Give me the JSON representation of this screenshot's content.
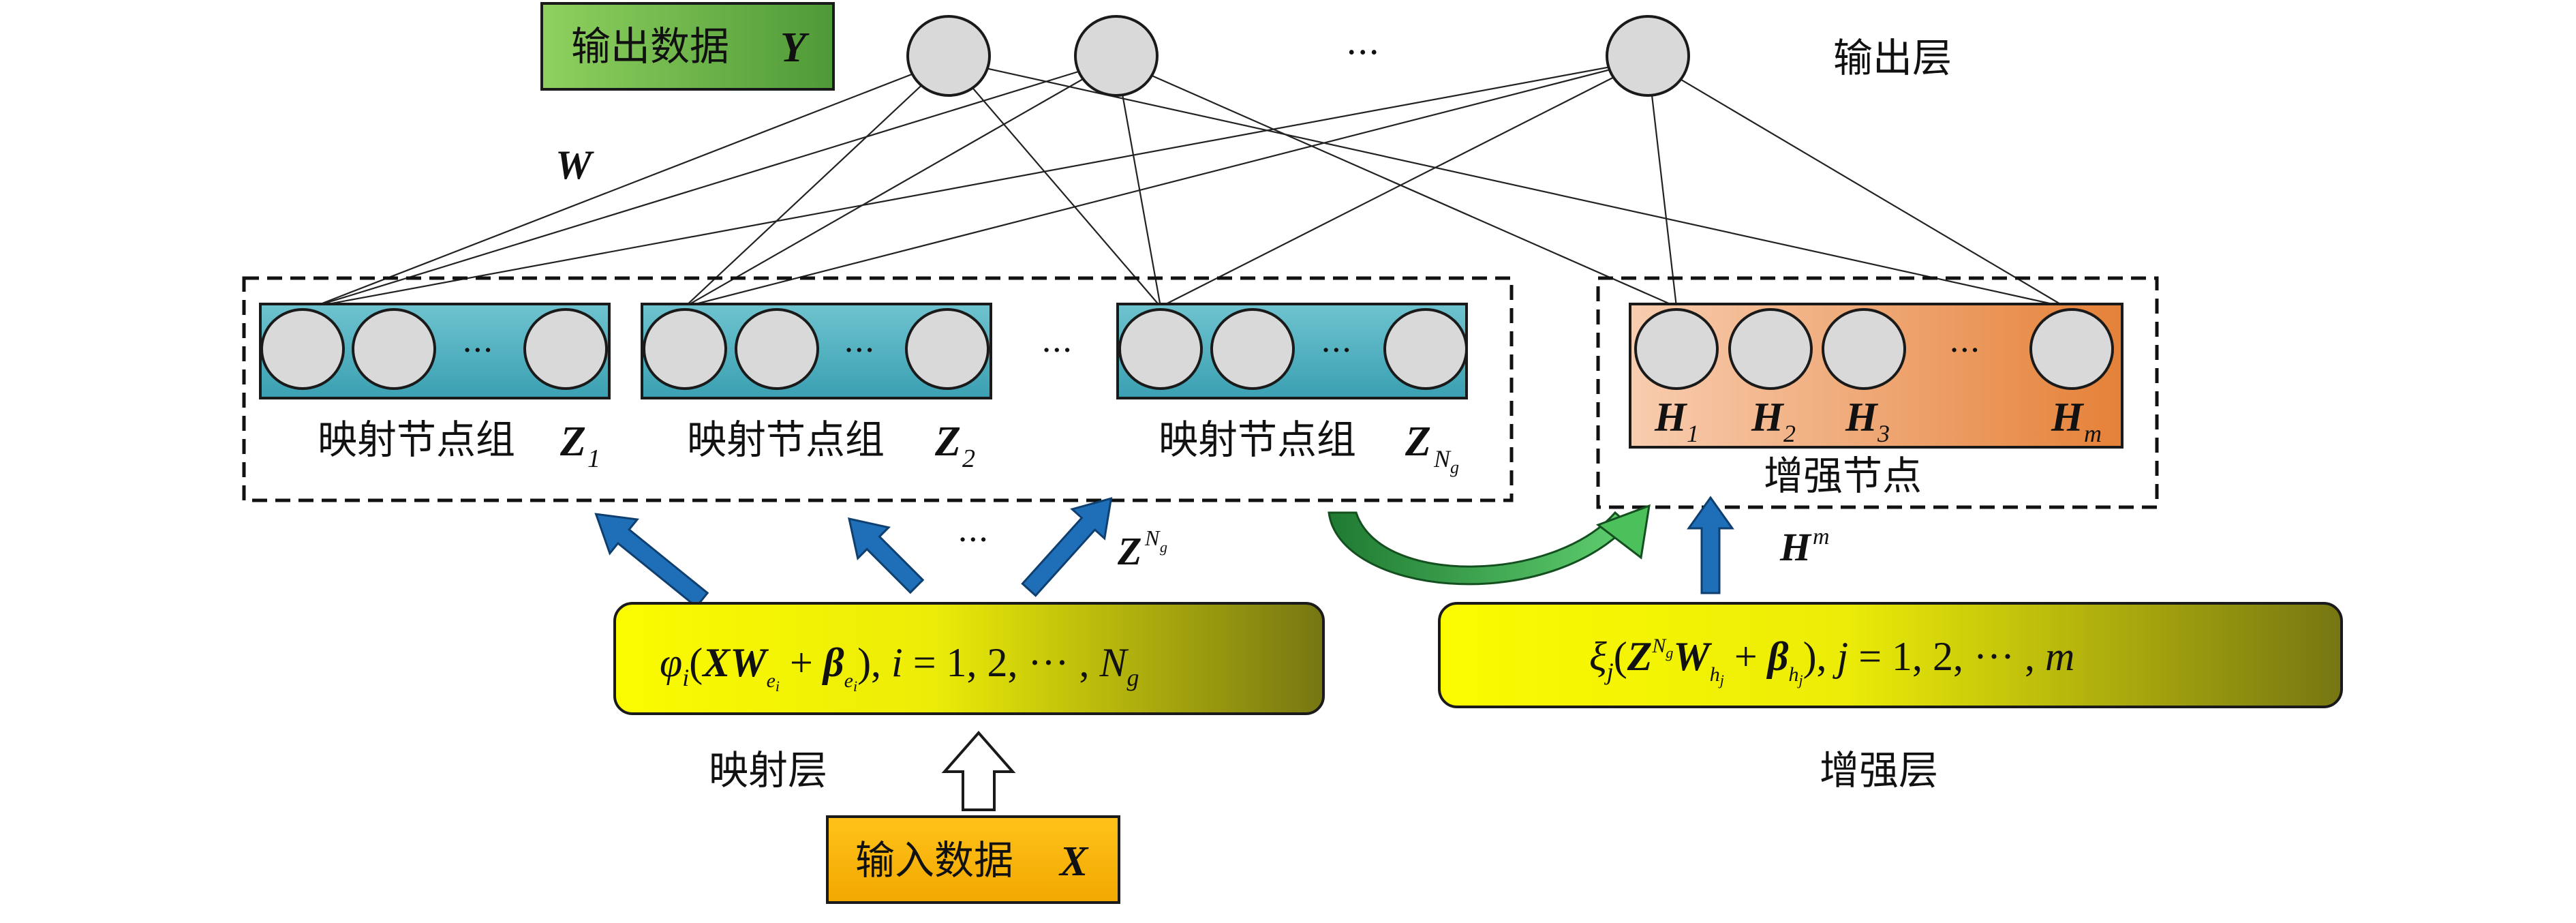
{
  "output_data_label": "输出数据",
  "output_data_var": "Y",
  "output_layer_label": "输出层",
  "output_ellipsis": "···",
  "weight_label": "W",
  "mapping_groups": [
    {
      "label": "映射节点组",
      "var": "Z",
      "sub": "1"
    },
    {
      "label": "映射节点组",
      "var": "Z",
      "sub": "2"
    },
    {
      "label": "映射节点组",
      "var": "Z",
      "sub": "N",
      "subsub": "g"
    }
  ],
  "group_ellipsis": "···",
  "enhancement": {
    "label": "增强节点",
    "nodes": [
      {
        "var": "H",
        "sub": "1"
      },
      {
        "var": "H",
        "sub": "2"
      },
      {
        "var": "H",
        "sub": "3"
      },
      {
        "var": "H",
        "sub": "m"
      }
    ],
    "ellipsis": "···"
  },
  "arrow_labels": {
    "z_ng_var": "Z",
    "z_ng_sup": "N",
    "z_ng_supsub": "g",
    "h_m_var": "H",
    "h_m_sup": "m",
    "ellipsis": "···"
  },
  "mapping_layer": {
    "formula": "φ_i(XW_e_i + β_e_i), i = 1, 2, ··· , N_g",
    "label": "映射层"
  },
  "enhancement_layer": {
    "formula": "ξ_j(Z^N_g W_h_j + β_h_j), j = 1, 2, ··· , m",
    "label": "增强层"
  },
  "input_data_label": "输入数据",
  "input_data_var": "X",
  "colors": {
    "output_box": "#6fbf4a",
    "mapping_group_fill": "#4fb1c0",
    "enhancement_fill_start": "#f6c7a6",
    "enhancement_fill_end": "#e4843d",
    "formula_yellow": "#f5f500",
    "formula_olive": "#7a7a10",
    "input_box": "#f7b500",
    "blue_arrow": "#1f6fb8",
    "green_arrow": "#2a9b3e"
  }
}
